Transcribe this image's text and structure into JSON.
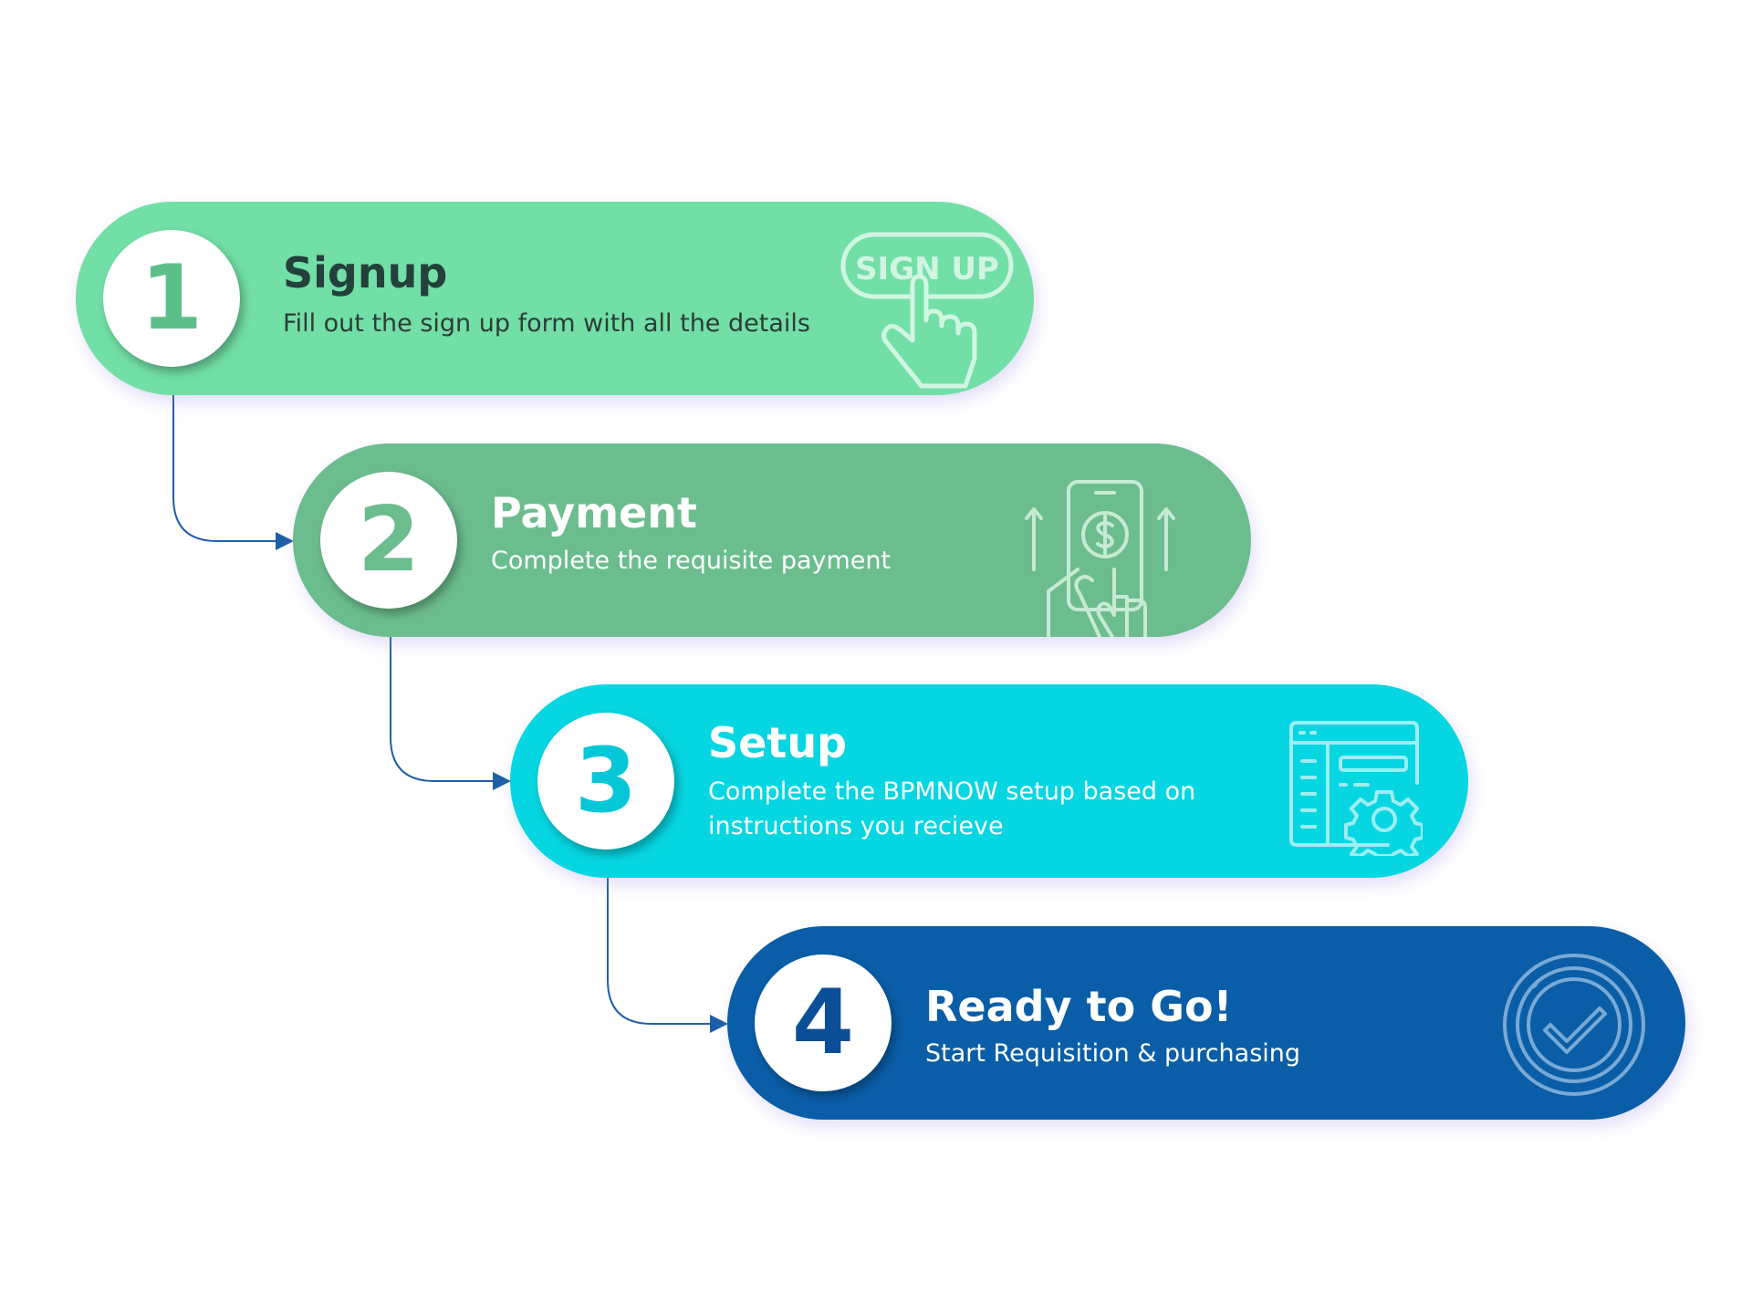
{
  "steps": [
    {
      "number": "1",
      "title": "Signup",
      "description": [
        "Fill out the sign up form with all the details"
      ],
      "icon": "signup-button-icon",
      "icon_text": "SIGN UP",
      "color": "#72dfa6",
      "number_color": "#5cbf8b",
      "title_color": "#23403a",
      "text_color": "#2d3b37"
    },
    {
      "number": "2",
      "title": "Payment",
      "description": [
        "Complete the requisite payment"
      ],
      "icon": "mobile-payment-icon",
      "color": "#6cbd8e",
      "number_color": "#6cbd8e",
      "title_color": "#ffffff",
      "text_color": "#ffffff"
    },
    {
      "number": "3",
      "title": "Setup",
      "description": [
        "Complete the BPMNOW setup based on",
        "instructions you recieve"
      ],
      "icon": "settings-window-icon",
      "color": "#06d6e1",
      "number_color": "#06c7d8",
      "title_color": "#ffffff",
      "text_color": "#ffffff"
    },
    {
      "number": "4",
      "title": "Ready to Go!",
      "description": [
        "Start Requisition & purchasing"
      ],
      "icon": "check-circle-icon",
      "color": "#0a5ea8",
      "number_color": "#0a4f97",
      "title_color": "#ffffff",
      "text_color": "#ffffff"
    }
  ],
  "connector_color": "#1f5fa8"
}
